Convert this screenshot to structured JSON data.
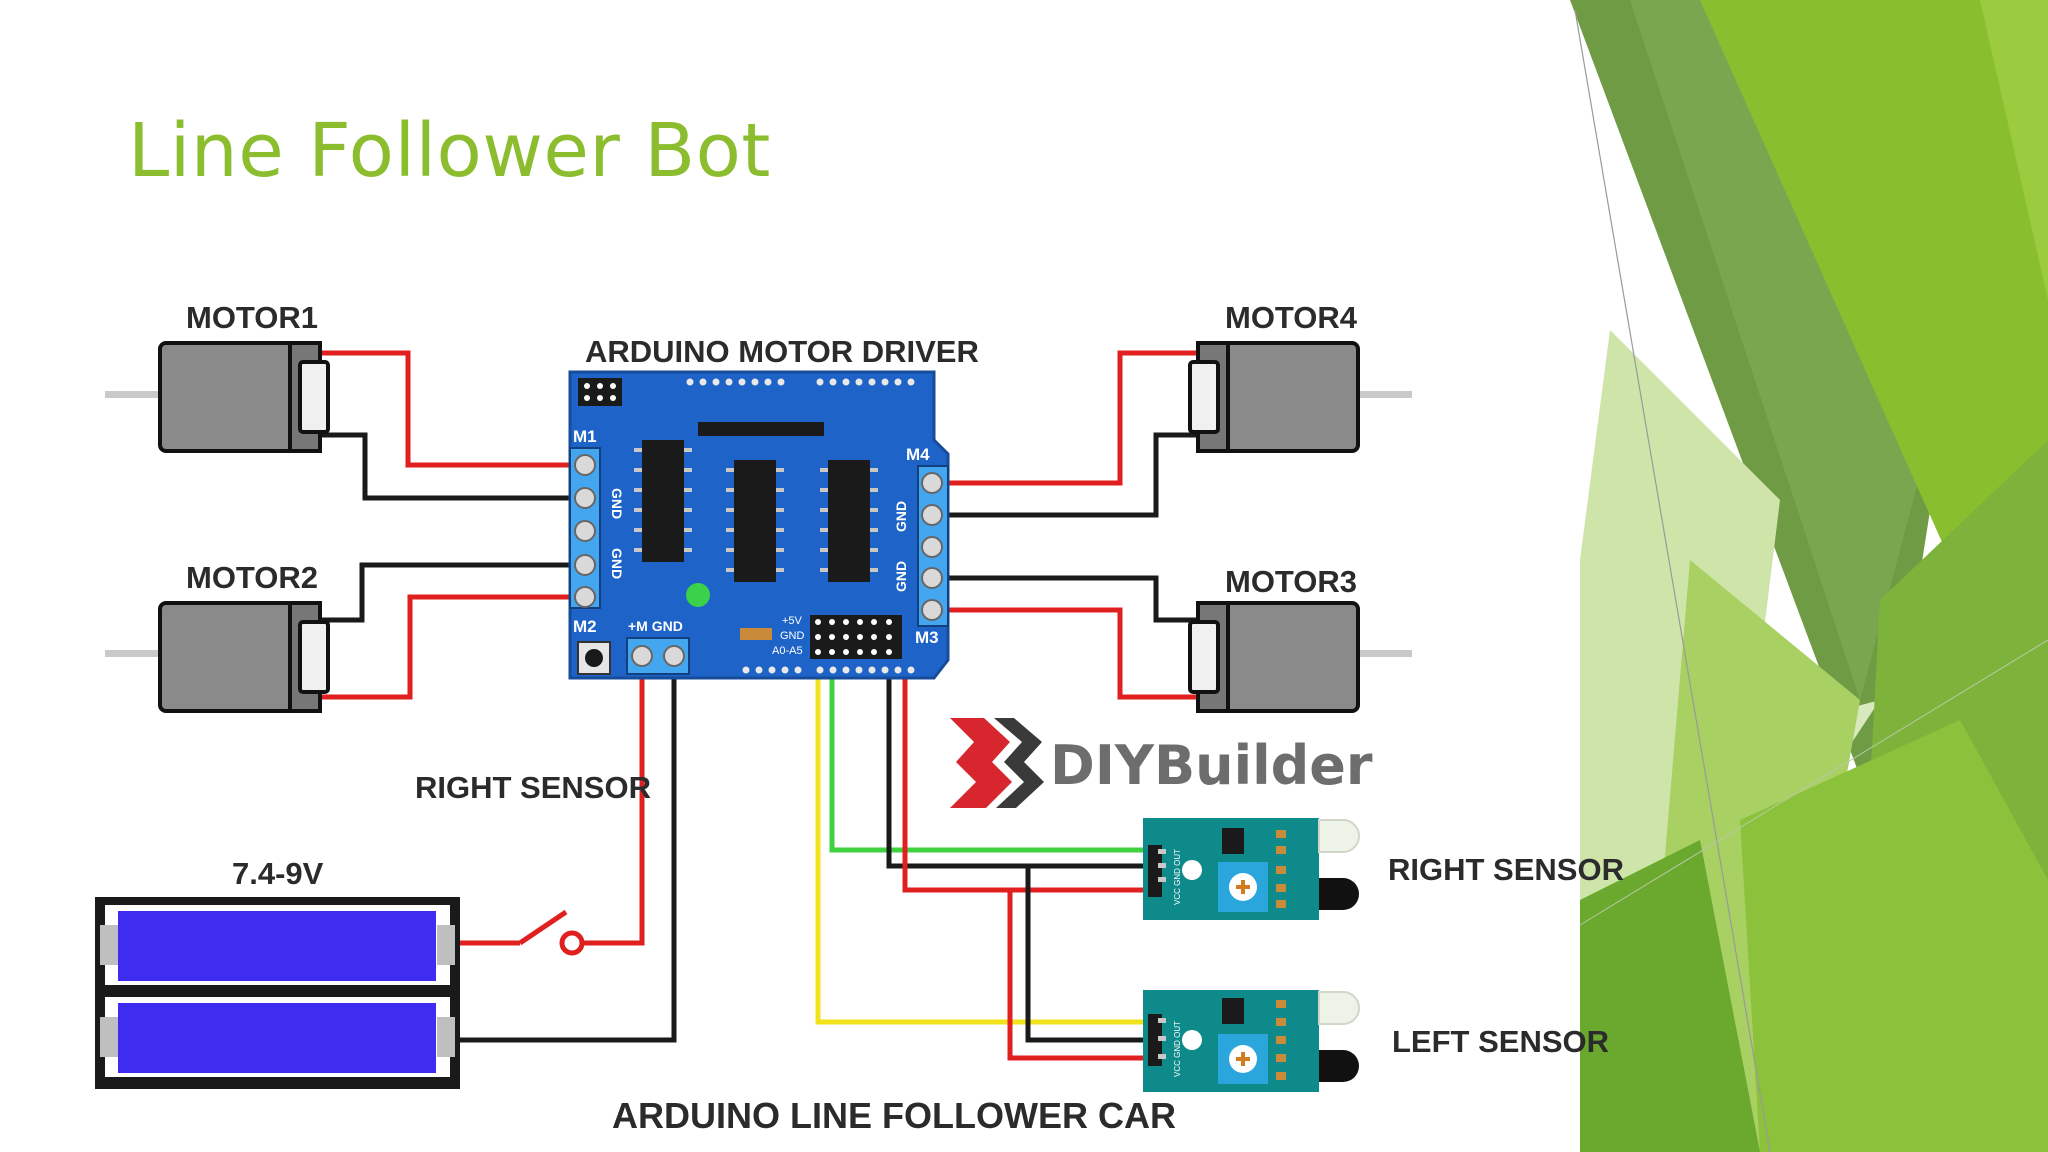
{
  "slide": {
    "title": "Line Follower Bot"
  },
  "diagram": {
    "caption": "ARDUINO LINE FOLLOWER CAR",
    "driver": {
      "title": "ARDUINO MOTOR DRIVER",
      "port_m1": "M1",
      "port_m2": "M2",
      "port_m3": "M3",
      "port_m4": "M4",
      "gnd": "GND",
      "power_terminal": "+M GND",
      "header_5v": "+5V",
      "header_gnd": "GND",
      "header_a": "A0-A5"
    },
    "motors": {
      "m1": "MOTOR1",
      "m2": "MOTOR2",
      "m3": "MOTOR3",
      "m4": "MOTOR4"
    },
    "battery": {
      "voltage": "7.4-9V"
    },
    "sensors": {
      "right_left_side": "RIGHT SENSOR",
      "right": "RIGHT SENSOR",
      "left": "LEFT SENSOR",
      "pins": "VCC GND OUT"
    },
    "brand": "DIYBuilder"
  },
  "colors": {
    "accent_green": "#8bbd2e",
    "board_blue": "#1e63c8",
    "wire_red": "#e01f1f",
    "wire_black": "#1a1a1a",
    "wire_green": "#3fd13f",
    "wire_yellow": "#f2e21b",
    "battery_cell": "#3f2cf0",
    "motor_gray": "#8a8a8a"
  }
}
